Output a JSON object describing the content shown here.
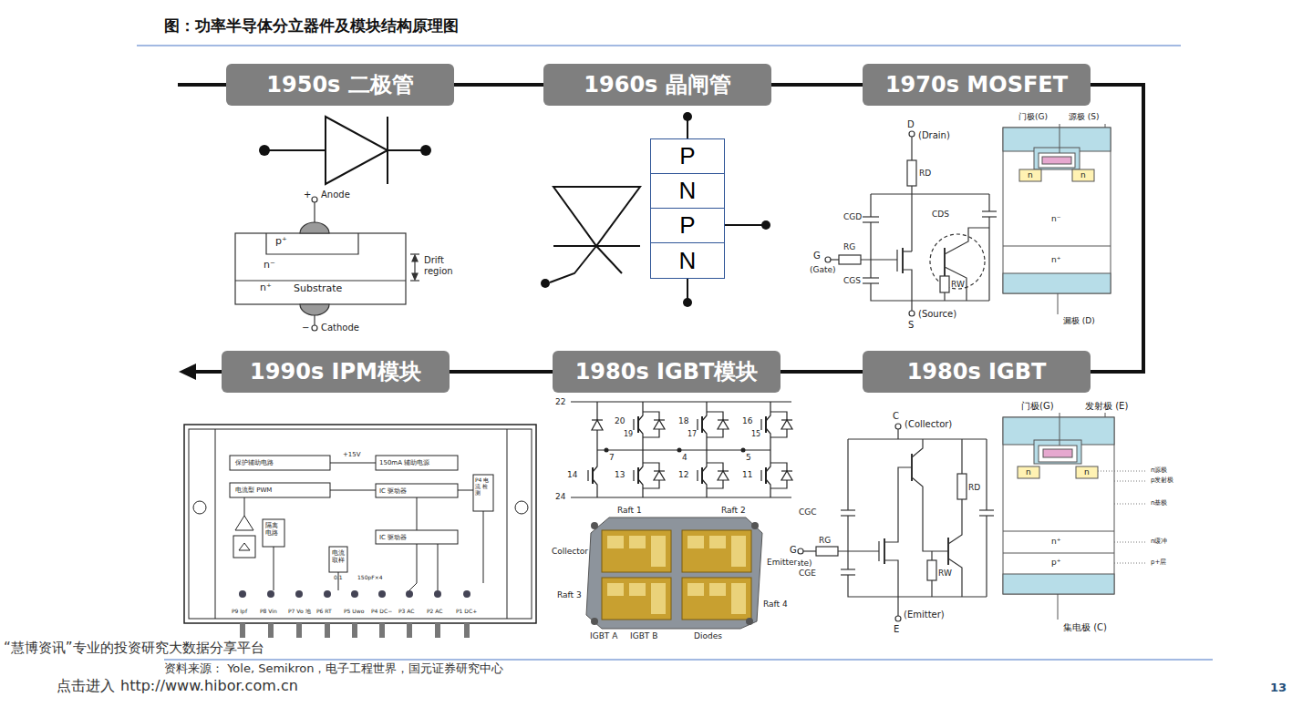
{
  "diagram": {
    "title": "图：功率半导体分立器件及模块结构原理图",
    "caption": "资料来源： Yole, Semikron，电子工程世界，国元证券研究中心",
    "nodes": [
      {
        "text": [
          "1950s 二极管"
        ]
      },
      {
        "text": [
          "1960s 晶闸管"
        ]
      },
      {
        "text": [
          "1970s MOSFET"
        ]
      },
      {
        "text": [
          "1980s IGBT"
        ]
      },
      {
        "text": [
          "1980s IGBT模块"
        ]
      },
      {
        "text": [
          "1990s IPM模块"
        ]
      },
      {
        "text": [
          "P"
        ]
      },
      {
        "text": [
          "N"
        ]
      },
      {
        "text": [
          "P"
        ]
      },
      {
        "text": [
          "N"
        ]
      }
    ],
    "edges": [
      {
        "from": 0,
        "to": 1,
        "arrow": "none"
      },
      {
        "from": 1,
        "to": 2,
        "arrow": "none"
      },
      {
        "from": 2,
        "to": 3,
        "arrow": "none"
      },
      {
        "from": 3,
        "to": 4,
        "arrow": "none"
      },
      {
        "from": 4,
        "to": 5,
        "arrow": "none"
      }
    ],
    "labels": [
      "+",
      "Anode",
      "p⁺",
      "n⁻",
      "Drift region",
      "n⁺",
      "Substrate",
      "−",
      "Cathode",
      "D",
      "(Drain)",
      "RD",
      "CGD",
      "CDS",
      "G",
      "(Gate)",
      "RG",
      "CGS",
      "RW",
      "S",
      "(Source)",
      "门极(G)",
      "源极 (S)",
      "n",
      "n",
      "n⁻",
      "n⁺",
      "漏极 (D)",
      "C",
      "(Collector)",
      "RD",
      "CGC",
      "G",
      "(Gate)",
      "RG",
      "CGE",
      "RW",
      "E",
      "(Emitter)",
      "门极(G)",
      "发射极 (E)",
      "n",
      "n",
      "n源极",
      "p发射极",
      "n基极",
      "n⁺",
      "n缓冲",
      "p⁺",
      "p+层",
      "集电极 (C)",
      "22",
      "20",
      "19",
      "7",
      "18",
      "17",
      "4",
      "16",
      "15",
      "5",
      "14",
      "13",
      "12",
      "11",
      "24",
      "Raft 1",
      "Raft 2",
      "Collector",
      "Emitter",
      "Raft 3",
      "Raft 4",
      "IGBT A",
      "IGBT B",
      "Diodes",
      "保护辅助电路",
      "+15V",
      "150mA 辅助电源",
      "电流型 PWM",
      "IC 驱动器",
      "隔离 电路",
      "IC 驱动器",
      "电流 取样",
      "0.1",
      "150pF×4",
      "P4 电流 检测",
      "P9 Ipf",
      "P8 Vin",
      "P7 Vo 地",
      "P6 RT",
      "P5 Uwo",
      "P4 DC−",
      "P3 AC",
      "P2 AC",
      "P1 DC+",
      "“慧博资讯”专业的投资研究大数据分享平台",
      "点击进入",
      "http://www.hibor.com.cn",
      "13"
    ]
  }
}
